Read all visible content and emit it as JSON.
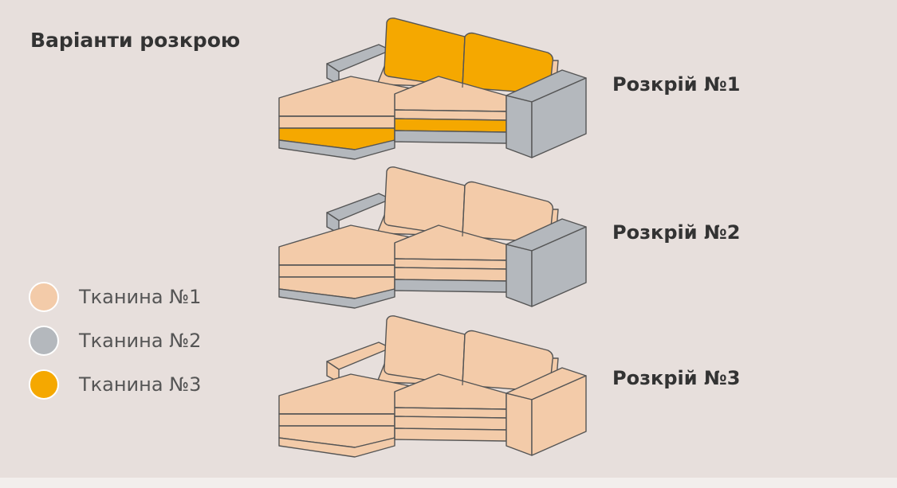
{
  "title": "Варіанти розкрою",
  "colors": {
    "fabric1": "#f3cba9",
    "fabric2": "#b4b8bd",
    "fabric3": "#f5a800",
    "outline": "#555555"
  },
  "legend": [
    {
      "label": "Тканина №1",
      "color": "#f3cba9"
    },
    {
      "label": "Тканина №2",
      "color": "#b4b8bd"
    },
    {
      "label": "Тканина №3",
      "color": "#f5a800"
    }
  ],
  "variants": [
    {
      "label": "Розкрій №1",
      "parts": {
        "cushions": "#f5a800",
        "seat": "#f3cba9",
        "stripe": "#f5a800",
        "base": "#b4b8bd",
        "armrest": "#b4b8bd",
        "backrest": "#f3cba9"
      }
    },
    {
      "label": "Розкрій №2",
      "parts": {
        "cushions": "#f3cba9",
        "seat": "#f3cba9",
        "stripe": "#f3cba9",
        "base": "#b4b8bd",
        "armrest": "#b4b8bd",
        "backrest": "#f3cba9"
      }
    },
    {
      "label": "Розкрій №3",
      "parts": {
        "cushions": "#f3cba9",
        "seat": "#f3cba9",
        "stripe": "#f3cba9",
        "base": "#f3cba9",
        "armrest": "#f3cba9",
        "backrest": "#f3cba9"
      }
    }
  ]
}
